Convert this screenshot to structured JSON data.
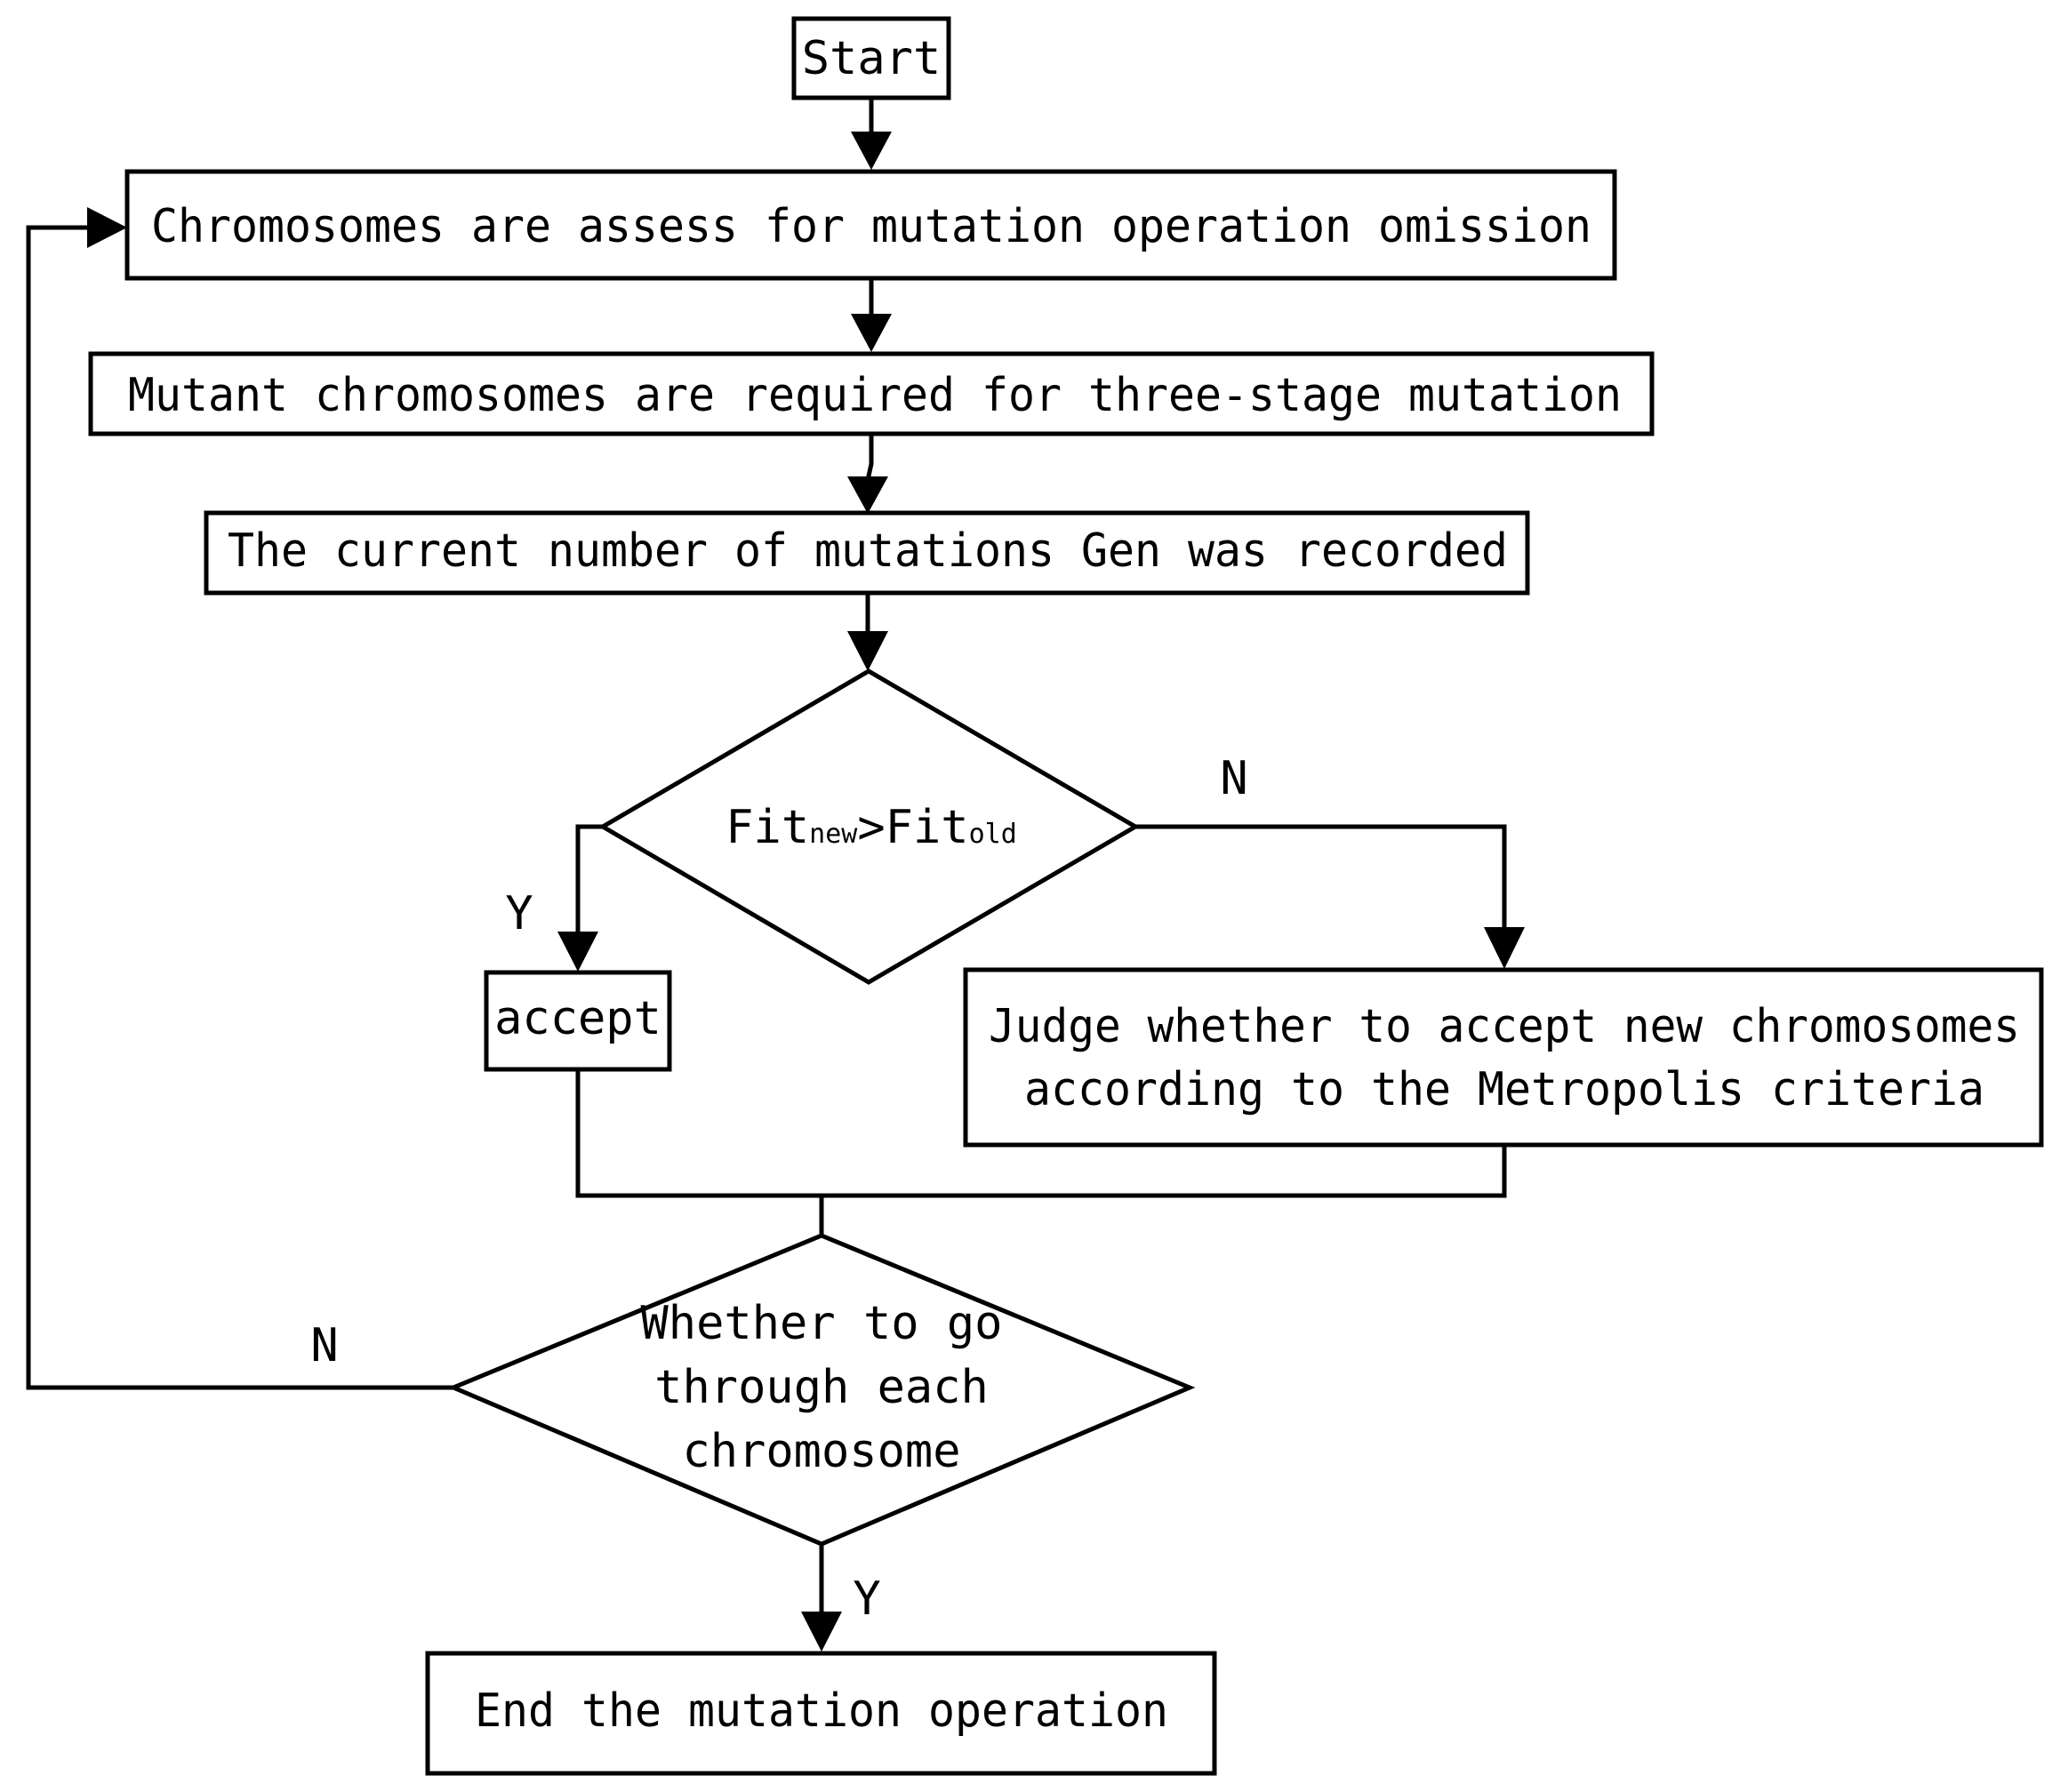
{
  "nodes": {
    "start": "Start",
    "assess": "Chromosomes are assess for mutation operation omission",
    "mutant": "Mutant chromosomes are required for three-stage mutation",
    "record": "The current number of mutations Gen was recorded",
    "fitness_check": {
      "prefix": "Fit",
      "new_sub": "new",
      "operator": ">Fit",
      "old_sub": "old"
    },
    "accept": "accept",
    "judge": {
      "line1": "Judge whether to accept new chromosomes",
      "line2": "according to the Metropolis criteria"
    },
    "traverse_check": {
      "line1": "Whether to go",
      "line2": "through each",
      "line3": "chromosome"
    },
    "end": "End the mutation operation"
  },
  "edge_labels": {
    "fitness_yes": "Y",
    "fitness_no": "N",
    "traverse_no": "N",
    "traverse_yes": "Y"
  }
}
